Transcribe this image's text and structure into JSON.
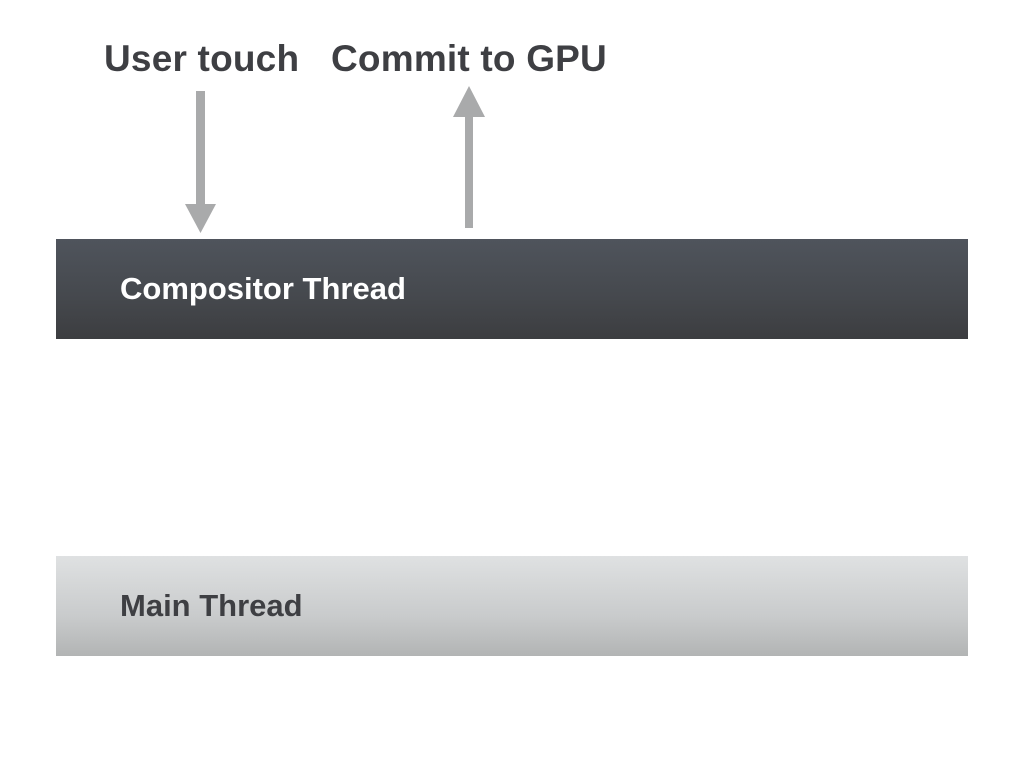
{
  "labels": {
    "user_touch": "User touch",
    "commit_to_gpu": "Commit to GPU"
  },
  "threads": {
    "compositor": "Compositor Thread",
    "main": "Main Thread"
  },
  "colors": {
    "arrow": "#a9aaab",
    "compositor_bar": "#47494e",
    "main_bar": "#c6c8c9",
    "label_text": "#3e3f43"
  }
}
